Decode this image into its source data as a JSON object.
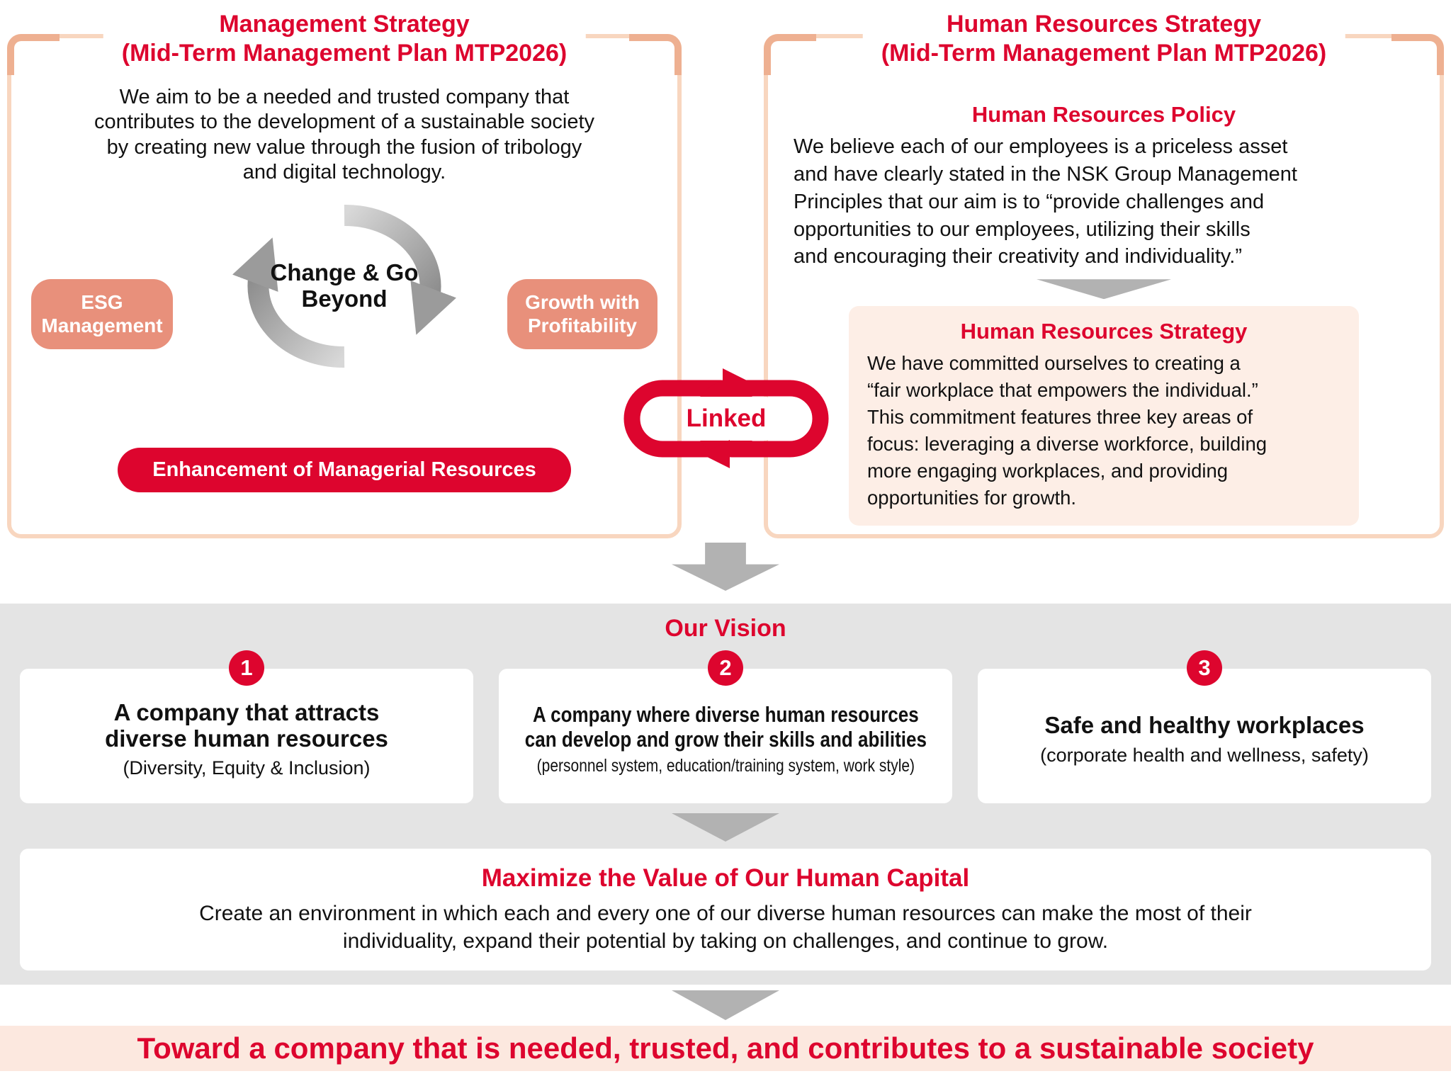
{
  "management": {
    "title": "Management Strategy\n(Mid-Term Management Plan MTP2026)",
    "body": "We aim to be a needed and trusted company that\ncontributes to the development of a sustainable society\nby creating new value through the fusion of tribology\nand digital technology.",
    "esg_pill": "ESG\nManagement",
    "growth_pill": "Growth with\nProfitability",
    "center_label": "Change & Go\nBeyond",
    "bottom_pill": "Enhancement of Managerial Resources"
  },
  "hr": {
    "title": "Human Resources Strategy\n(Mid-Term Management Plan MTP2026)",
    "policy_title": "Human Resources Policy",
    "policy_body": "We believe each of our employees is a priceless asset\nand have clearly stated in the NSK Group Management\nPrinciples that our aim is to “provide challenges and\nopportunities to our employees, utilizing their skills\nand encouraging their creativity and individuality.”",
    "strategy_title": "Human Resources Strategy",
    "strategy_body": "We have committed ourselves to creating a\n“fair workplace that empowers the individual.”\nThis commitment features three key areas of\nfocus: leveraging a diverse workforce, building\nmore engaging workplaces, and providing\nopportunities for growth."
  },
  "linked_label": "Linked",
  "vision": {
    "title": "Our Vision",
    "items": [
      {
        "number": "1",
        "heading": "A company that attracts\ndiverse human resources",
        "sub": "(Diversity, Equity & Inclusion)"
      },
      {
        "number": "2",
        "heading": "A company where diverse human resources\ncan develop and grow their skills and abilities",
        "sub": "(personnel system, education/training system, work style)"
      },
      {
        "number": "3",
        "heading": "Safe and healthy workplaces",
        "sub": "(corporate health and wellness, safety)"
      }
    ]
  },
  "maximize": {
    "title": "Maximize the Value of Our Human Capital",
    "body": "Create an environment in which each and every one of our diverse human resources can make the most of their\nindividuality, expand their potential by taking on challenges, and continue to grow."
  },
  "footer": "Toward a company that is needed, trusted, and contributes to a sustainable society",
  "colors": {
    "red": "#dd052e",
    "salmon": "#e8907b",
    "peach_border": "#f8d6bf",
    "corner_bracket": "#eeb091",
    "pink_panel": "#fdeee6",
    "gray_arrow": "#b2b2b2",
    "gray_section": "#e4e4e4",
    "footer_bg": "#fce8df"
  }
}
